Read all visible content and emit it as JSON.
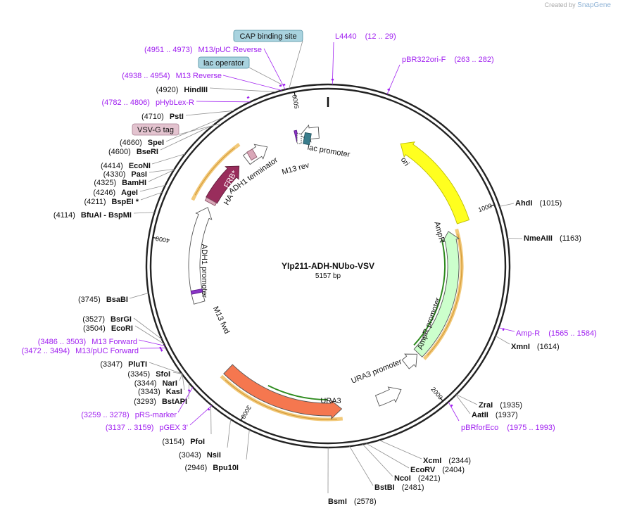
{
  "watermark": {
    "prefix": "Created by",
    "brand": "SnapGene"
  },
  "plasmid": {
    "name": "YIp211-ADH-NUbo-VSV",
    "length_label": "5157 bp",
    "length": 5157
  },
  "ticks": [
    {
      "bp": 1000,
      "label": "1000"
    },
    {
      "bp": 2000,
      "label": "2000"
    },
    {
      "bp": 3000,
      "label": "3000"
    },
    {
      "bp": 4000,
      "label": "4000"
    },
    {
      "bp": 5000,
      "label": "5000"
    }
  ],
  "sites": [
    {
      "name": "AhdI",
      "pos": "(1015)",
      "bp": 1015,
      "side": "right"
    },
    {
      "name": "NmeAIII",
      "pos": "(1163)",
      "bp": 1163,
      "side": "right"
    },
    {
      "name": "XmnI",
      "pos": "(1614)",
      "bp": 1614,
      "side": "right"
    },
    {
      "name": "ZraI",
      "pos": "(1935)",
      "bp": 1935,
      "side": "right"
    },
    {
      "name": "AatII",
      "pos": "(1937)",
      "bp": 1937,
      "side": "right"
    },
    {
      "name": "XcmI",
      "pos": "(2344)",
      "bp": 2344,
      "side": "right"
    },
    {
      "name": "EcoRV",
      "pos": "(2404)",
      "bp": 2404,
      "side": "right"
    },
    {
      "name": "NcoI",
      "pos": "(2421)",
      "bp": 2421,
      "side": "right"
    },
    {
      "name": "BstBI",
      "pos": "(2481)",
      "bp": 2481,
      "side": "right"
    },
    {
      "name": "BsmI",
      "pos": "(2578)",
      "bp": 2578,
      "side": "right"
    },
    {
      "name": "Bpu10I",
      "pos": "(2946)",
      "bp": 2946,
      "side": "left"
    },
    {
      "name": "NsiI",
      "pos": "(3043)",
      "bp": 3043,
      "side": "left"
    },
    {
      "name": "PfoI",
      "pos": "(3154)",
      "bp": 3154,
      "side": "left"
    },
    {
      "name": "BstAPI",
      "pos": "(3293)",
      "bp": 3293,
      "side": "left"
    },
    {
      "name": "KasI",
      "pos": "(3343)",
      "bp": 3343,
      "side": "left"
    },
    {
      "name": "NarI",
      "pos": "(3344)",
      "bp": 3344,
      "side": "left"
    },
    {
      "name": "SfoI",
      "pos": "(3345)",
      "bp": 3345,
      "side": "left"
    },
    {
      "name": "PluTI",
      "pos": "(3347)",
      "bp": 3347,
      "side": "left"
    },
    {
      "name": "EcoRI",
      "pos": "(3504)",
      "bp": 3504,
      "side": "left"
    },
    {
      "name": "BsrGI",
      "pos": "(3527)",
      "bp": 3527,
      "side": "left"
    },
    {
      "name": "BsaBI",
      "pos": "(3745)",
      "bp": 3745,
      "side": "left"
    },
    {
      "name": "BfuAI - BspMI",
      "pos": "(4114)",
      "bp": 4114,
      "side": "left"
    },
    {
      "name": "BspEI *",
      "pos": "(4211)",
      "bp": 4211,
      "side": "left"
    },
    {
      "name": "AgeI",
      "pos": "(4246)",
      "bp": 4246,
      "side": "left"
    },
    {
      "name": "BamHI",
      "pos": "(4325)",
      "bp": 4325,
      "side": "left"
    },
    {
      "name": "PasI",
      "pos": "(4330)",
      "bp": 4330,
      "side": "left"
    },
    {
      "name": "EcoNI",
      "pos": "(4414)",
      "bp": 4414,
      "side": "left"
    },
    {
      "name": "BseRI",
      "pos": "(4600)",
      "bp": 4600,
      "side": "left"
    },
    {
      "name": "SpeI",
      "pos": "(4660)",
      "bp": 4660,
      "side": "left"
    },
    {
      "name": "PstI",
      "pos": "(4710)",
      "bp": 4710,
      "side": "left"
    },
    {
      "name": "HindIII",
      "pos": "(4920)",
      "bp": 4920,
      "side": "left"
    }
  ],
  "primers": [
    {
      "name": "L4440",
      "pos": "(12 .. 29)",
      "bp": 20,
      "side": "right"
    },
    {
      "name": "pBR322ori-F",
      "pos": "(263 .. 282)",
      "bp": 272,
      "side": "right"
    },
    {
      "name": "Amp-R",
      "pos": "(1565 .. 1584)",
      "bp": 1574,
      "side": "right"
    },
    {
      "name": "pBRforEco",
      "pos": "(1975 .. 1993)",
      "bp": 1984,
      "side": "right"
    },
    {
      "name": "pGEX 3'",
      "pos": "(3137 .. 3159)",
      "bp": 3148,
      "side": "left"
    },
    {
      "name": "pRS-marker",
      "pos": "(3259 .. 3278)",
      "bp": 3268,
      "side": "left"
    },
    {
      "name": "M13/pUC Forward",
      "pos": "(3472 .. 3494)",
      "bp": 3483,
      "side": "left"
    },
    {
      "name": "M13 Forward",
      "pos": "(3486 .. 3503)",
      "bp": 3494,
      "side": "left"
    },
    {
      "name": "pHybLex-R",
      "pos": "(4782 .. 4806)",
      "bp": 4794,
      "side": "left"
    },
    {
      "name": "M13 Reverse",
      "pos": "(4938 .. 4954)",
      "bp": 4946,
      "side": "left"
    },
    {
      "name": "M13/pUC Reverse",
      "pos": "(4951 .. 4973)",
      "bp": 4962,
      "side": "left"
    }
  ],
  "boxed_labels": [
    {
      "name": "CAP binding site",
      "bg": "#a9d3df",
      "border": "#4d8ea0"
    },
    {
      "name": "lac operator",
      "bg": "#a9d3df",
      "border": "#4d8ea0"
    },
    {
      "name": "VSV-G tag",
      "bg": "#e3c3cf",
      "border": "#a87f91"
    }
  ],
  "features": [
    {
      "name": "ori",
      "color": "#ffff1f",
      "stroke": "#bdbd00"
    },
    {
      "name": "AmpR",
      "color": "#ccffcc",
      "stroke": "#555555"
    },
    {
      "name": "AmpR promoter",
      "color": "#ffffff",
      "stroke": "#555555"
    },
    {
      "name": "URA3",
      "color": "#f5774f",
      "stroke": "#555555"
    },
    {
      "name": "URA3 promoter",
      "color": "#ffffff",
      "stroke": "#555555"
    },
    {
      "name": "ADH1 promoter",
      "color": "#ffffff",
      "stroke": "#555555"
    },
    {
      "name": "M13 fwd",
      "color": "#8b34c7",
      "stroke": "#5a1a8a"
    },
    {
      "name": "FRB*",
      "color": "#992d5c",
      "stroke": "#5e1b38"
    },
    {
      "name": "HA",
      "color": "#d9a7b8",
      "stroke": "#8a5568"
    },
    {
      "name": "ADH1 terminator",
      "color": "#ffffff",
      "stroke": "#555555"
    },
    {
      "name": "M13 rev",
      "color": "#8b34c7",
      "stroke": "#5a1a8a"
    },
    {
      "name": "lac promoter",
      "color": "#ffffff",
      "stroke": "#555555"
    }
  ],
  "colors": {
    "primer": "#a020f0",
    "leader": "#909090",
    "text": "#111111",
    "ring": "#222222",
    "orf_green": "#2e8b1e",
    "orf_halo": "#f2c97a"
  }
}
